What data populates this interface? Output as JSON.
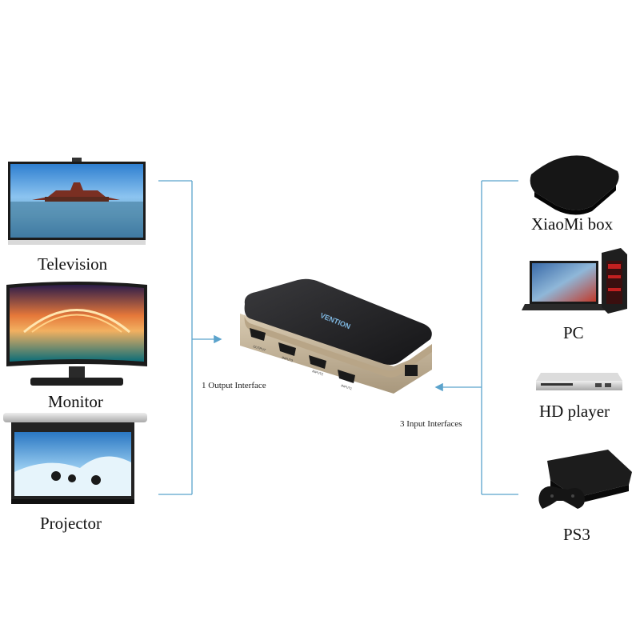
{
  "outputs": {
    "television_label": "Television",
    "monitor_label": "Monitor",
    "projector_label": "Projector"
  },
  "inputs": {
    "xiaomi_label": "XiaoMi box",
    "pc_label": "PC",
    "hd_player_label": "HD player",
    "ps3_label": "PS3"
  },
  "switch": {
    "brand": "VENTION",
    "port_labels": [
      "OUTPUT",
      "INPUT3",
      "INPUT2",
      "INPUT1"
    ]
  },
  "annotations": {
    "output_interface": "1 Output Interface",
    "input_interfaces": "3 Input Interfaces"
  },
  "colors": {
    "connector_line": "#5ba3cc",
    "switch_body": "#c9b9a0",
    "switch_top": "#2a2a2c"
  }
}
